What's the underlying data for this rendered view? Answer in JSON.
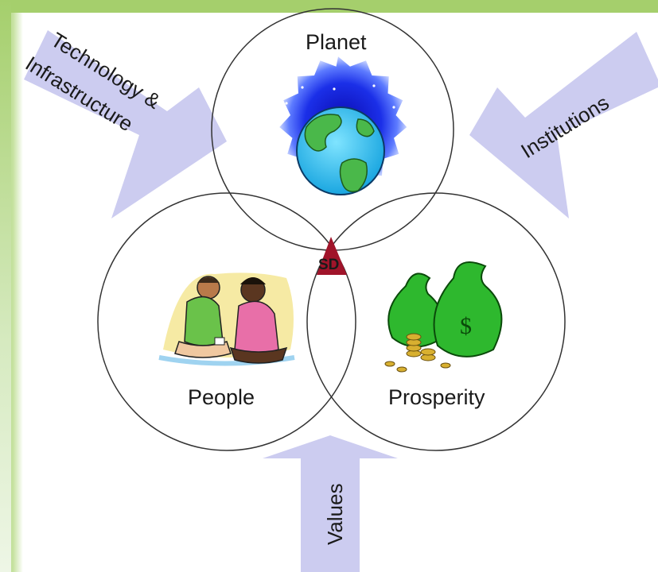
{
  "circles": {
    "planet": "Planet",
    "people": "People",
    "prosperity": "Prosperity"
  },
  "center_label": "SD",
  "arrows": {
    "technology_line1": "Technology &",
    "technology_line2": "Infrastructure",
    "institutions": "Institutions",
    "values": "Values"
  },
  "colors": {
    "arrow_fill": "#ccccf0",
    "center_triangle": "#a0142a",
    "frame_green": "#a5cf6c",
    "globe_glow": "#1a3cff",
    "money_green": "#2eb82e"
  }
}
